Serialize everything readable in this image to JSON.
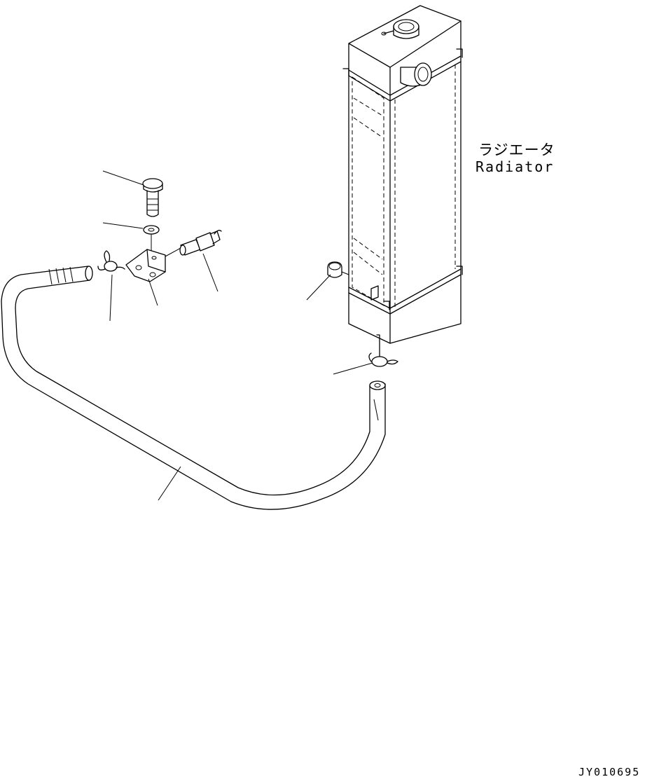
{
  "labels": {
    "radiator_jp": "ラジエータ",
    "radiator_en": "Radiator"
  },
  "drawing_id": "JY010695",
  "colors": {
    "line": "#000000",
    "background": "#ffffff"
  }
}
